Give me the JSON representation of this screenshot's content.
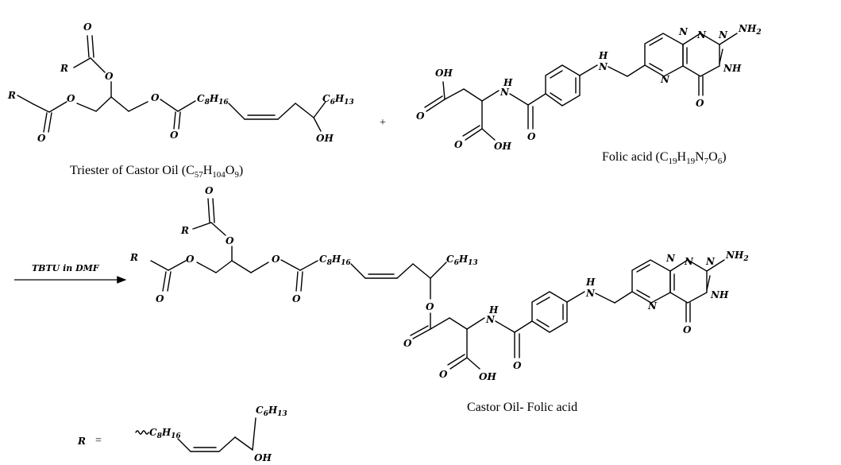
{
  "captions": {
    "triester": {
      "main": "Triester of Castor Oil (C",
      "s1": "57",
      "a1": "H",
      "s2": "104",
      "a2": "O",
      "s3": "9",
      "end": ")"
    },
    "folic": {
      "main": "Folic acid (C",
      "s1": "19",
      "a1": "H",
      "s2": "19",
      "a2": "N",
      "s3": "7",
      "a3": "O",
      "s4": "6",
      "end": ")"
    },
    "product": "Castor Oil- Folic acid"
  },
  "reagent": "TBTU in DMF",
  "plus": "+",
  "r_definition": {
    "label": "R",
    "equals": "="
  },
  "atoms": {
    "O": "O",
    "R": "R",
    "N": "N",
    "H": "H",
    "NH": "NH",
    "OH": "OH",
    "NH2": "NH",
    "two": "2",
    "C8H16": {
      "c": "C",
      "n1": "8",
      "h": "H",
      "n2": "16"
    },
    "C6H13": {
      "c": "C",
      "n1": "6",
      "h": "H",
      "n2": "13"
    }
  }
}
